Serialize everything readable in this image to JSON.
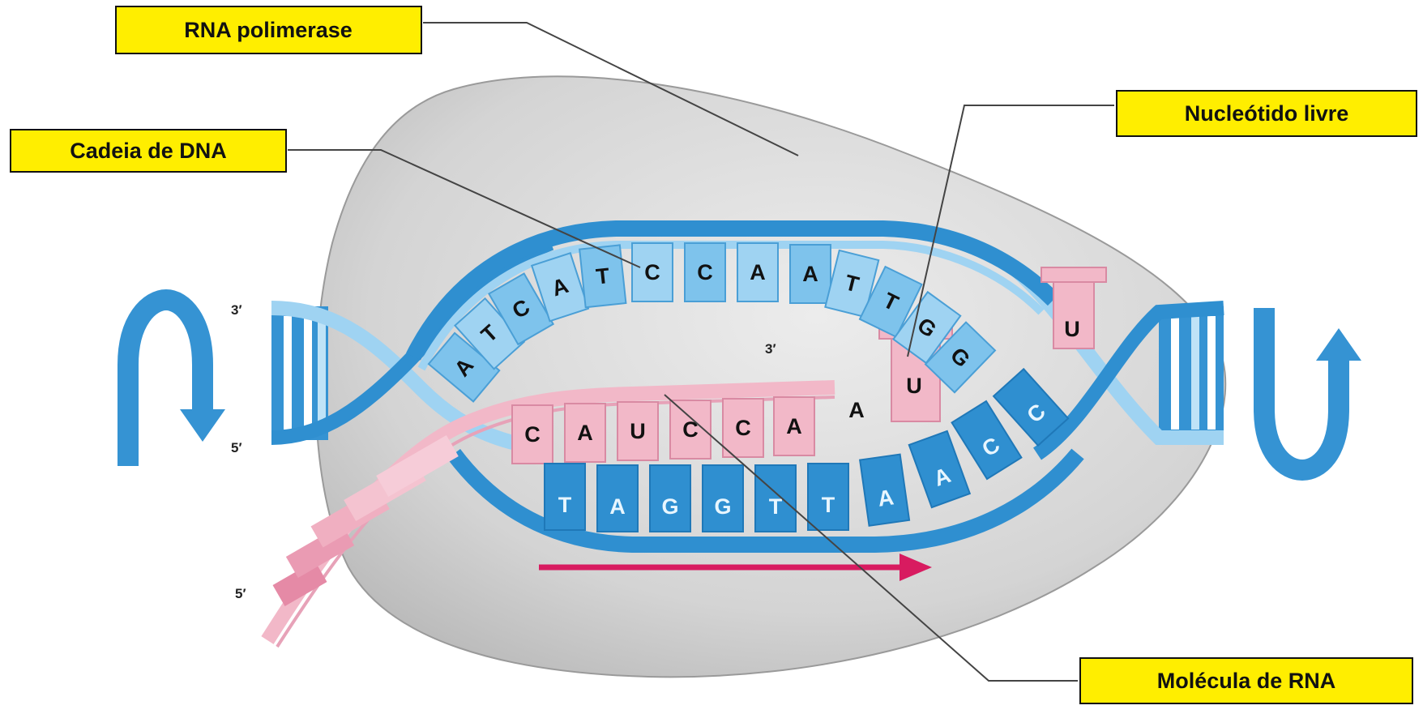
{
  "labels": {
    "rna_polymerase": "RNA polimerase",
    "dna_strand": "Cadeia de DNA",
    "free_nucleotide": "Nucleótido livre",
    "rna_molecule": "Molécula de RNA"
  },
  "strand_ends": {
    "dna_top_left": "3′",
    "dna_bottom_left": "5′",
    "rna_new_end": "3′",
    "rna_start": "5′"
  },
  "bases": {
    "template_upper": [
      "A",
      "T",
      "C",
      "A",
      "T",
      "C",
      "C",
      "A",
      "A",
      "T",
      "T",
      "G",
      "G"
    ],
    "rna_transcript": [
      "C",
      "A",
      "U",
      "C",
      "C",
      "A",
      "A",
      "U",
      "U"
    ],
    "coding_lower": [
      "T",
      "A",
      "G",
      "G",
      "T",
      "T",
      "A",
      "A",
      "C",
      "C"
    ]
  },
  "colors": {
    "polymerase": "#d6d6d6",
    "dna_dark": "#2f8fd0",
    "dna_light": "#9fd3f2",
    "rna_pink": "#f2b8c8",
    "rna_dark_pink": "#e0829e",
    "arrow": "#d81b60",
    "callout_fill": "#ffee00"
  },
  "icons": [
    "rotation-arrow-left-icon",
    "rotation-arrow-right-icon",
    "transcription-direction-arrow-icon"
  ]
}
